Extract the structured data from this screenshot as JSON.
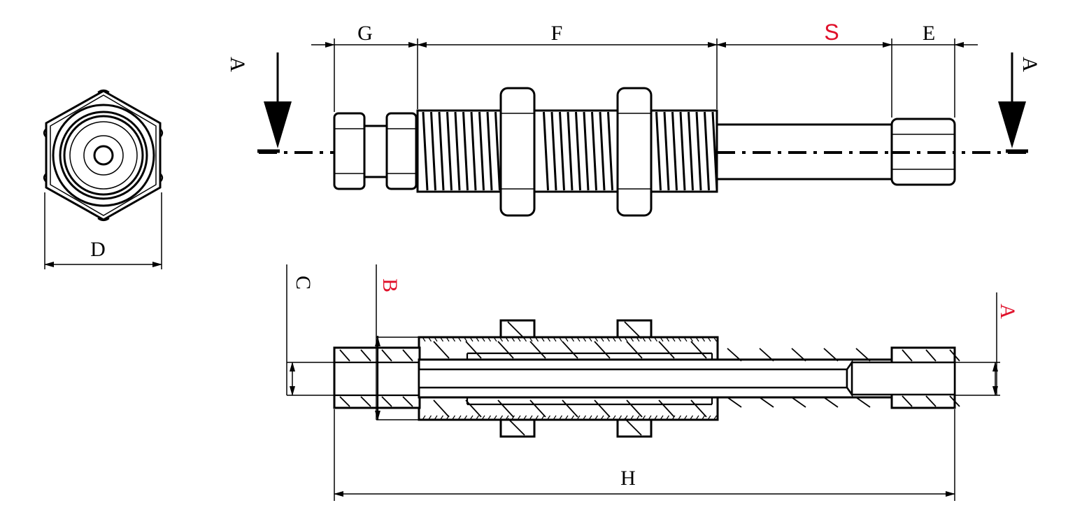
{
  "diagram": {
    "labels": {
      "g": "G",
      "f": "F",
      "s": "S",
      "e": "E",
      "d": "D",
      "h": "H",
      "c": "C",
      "b": "B",
      "a_section": "A",
      "a_dim": "A"
    },
    "colors": {
      "line": "#000000",
      "highlight": "#e0102a",
      "background": "#ffffff"
    }
  }
}
